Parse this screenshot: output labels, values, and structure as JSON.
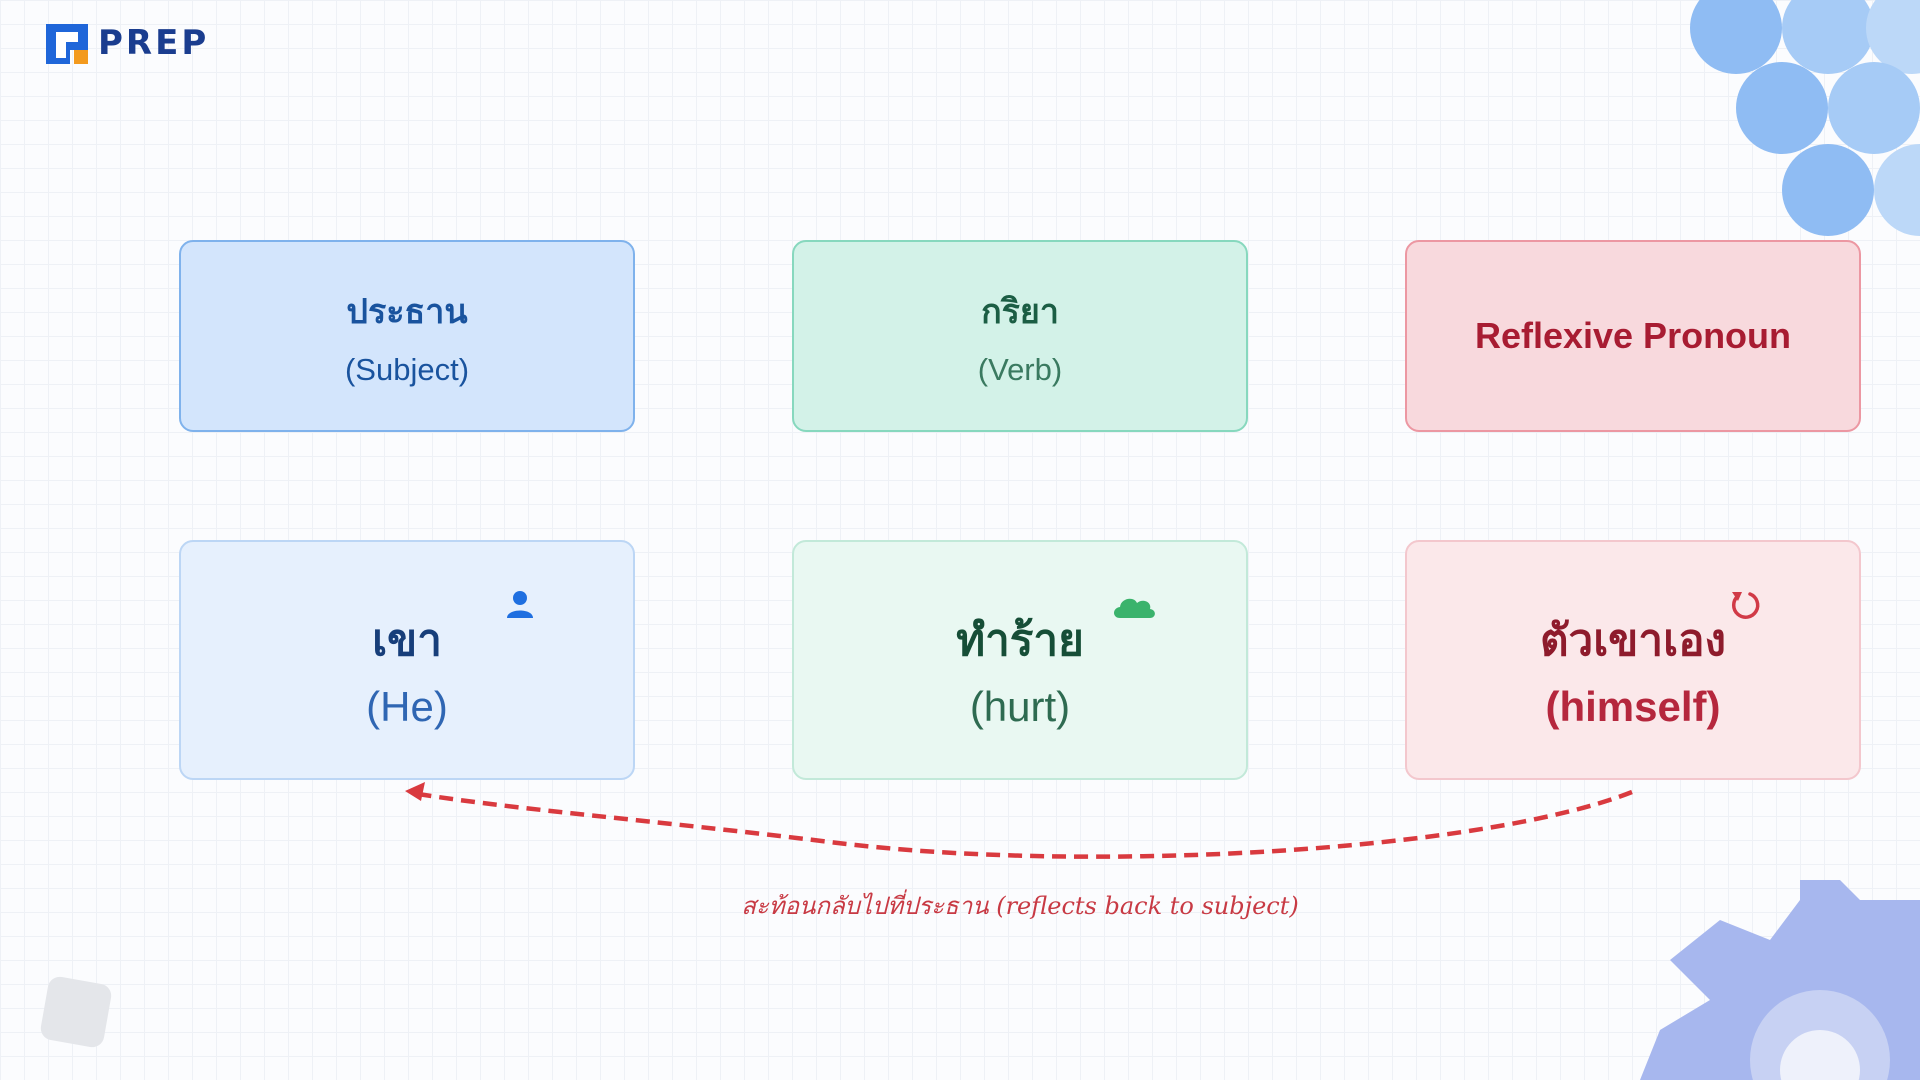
{
  "brand": {
    "name": "PREP"
  },
  "headers": [
    {
      "thai": "ประธาน",
      "english": "(Subject)"
    },
    {
      "thai": "กริยา",
      "english": "(Verb)"
    },
    {
      "thai": "",
      "english": "Reflexive Pronoun"
    }
  ],
  "words": [
    {
      "thai": "เขา",
      "english": "(He)",
      "icon": "person-icon"
    },
    {
      "thai": "ทำร้าย",
      "english": "(hurt)",
      "icon": "cloud-icon"
    },
    {
      "thai": "ตัวเขาเอง",
      "english": "(himself)",
      "icon": "rotate-icon"
    }
  ],
  "arrow": {
    "caption": "สะท้อนกลับไปที่ประธาน (reflects back to subject)",
    "color": "#d93a3f"
  },
  "colors": {
    "subject": "#7fb2ec",
    "verb": "#87d8be",
    "pronoun": "#ec97a2",
    "brand": "#1a3d8f"
  }
}
